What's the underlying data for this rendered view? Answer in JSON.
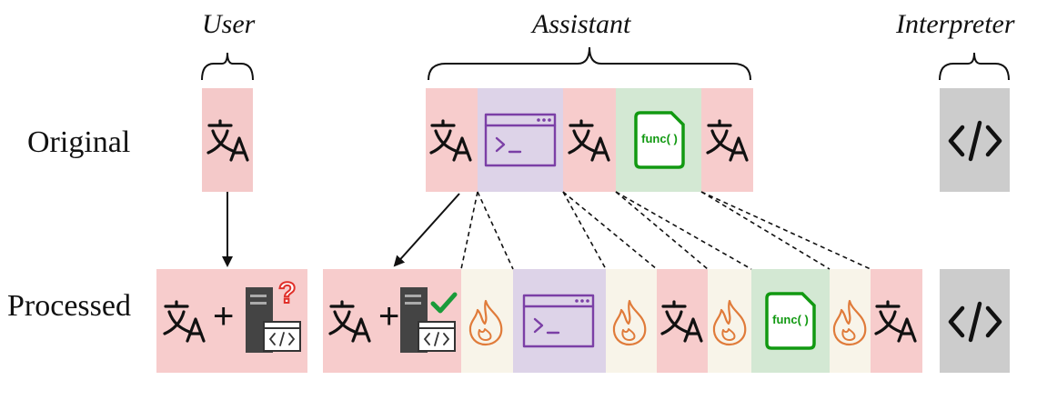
{
  "roles": {
    "user": "User",
    "assistant": "Assistant",
    "interpreter": "Interpreter"
  },
  "rows": {
    "original": "Original",
    "processed": "Processed"
  },
  "icons": {
    "translate": "translate-icon",
    "terminal": "terminal-icon",
    "function_file": "function-file-icon",
    "code": "code-icon",
    "server_question": "server-question-icon",
    "server_check": "server-check-icon",
    "flame": "flame-icon"
  },
  "func_text": "func( )",
  "plus_sign": "+",
  "question_mark": "?",
  "colors": {
    "text_block": "#f7cccc",
    "terminal_block": "#ddd3e8",
    "function_block": "#d3e8d3",
    "flame_block": "#f8f4e9",
    "interpreter_block": "#cccccc",
    "terminal_stroke": "#7b3fa6",
    "function_stroke": "#119911",
    "flame_stroke": "#e07b3a",
    "question": "#e0302a",
    "check": "#1a9b3a"
  }
}
